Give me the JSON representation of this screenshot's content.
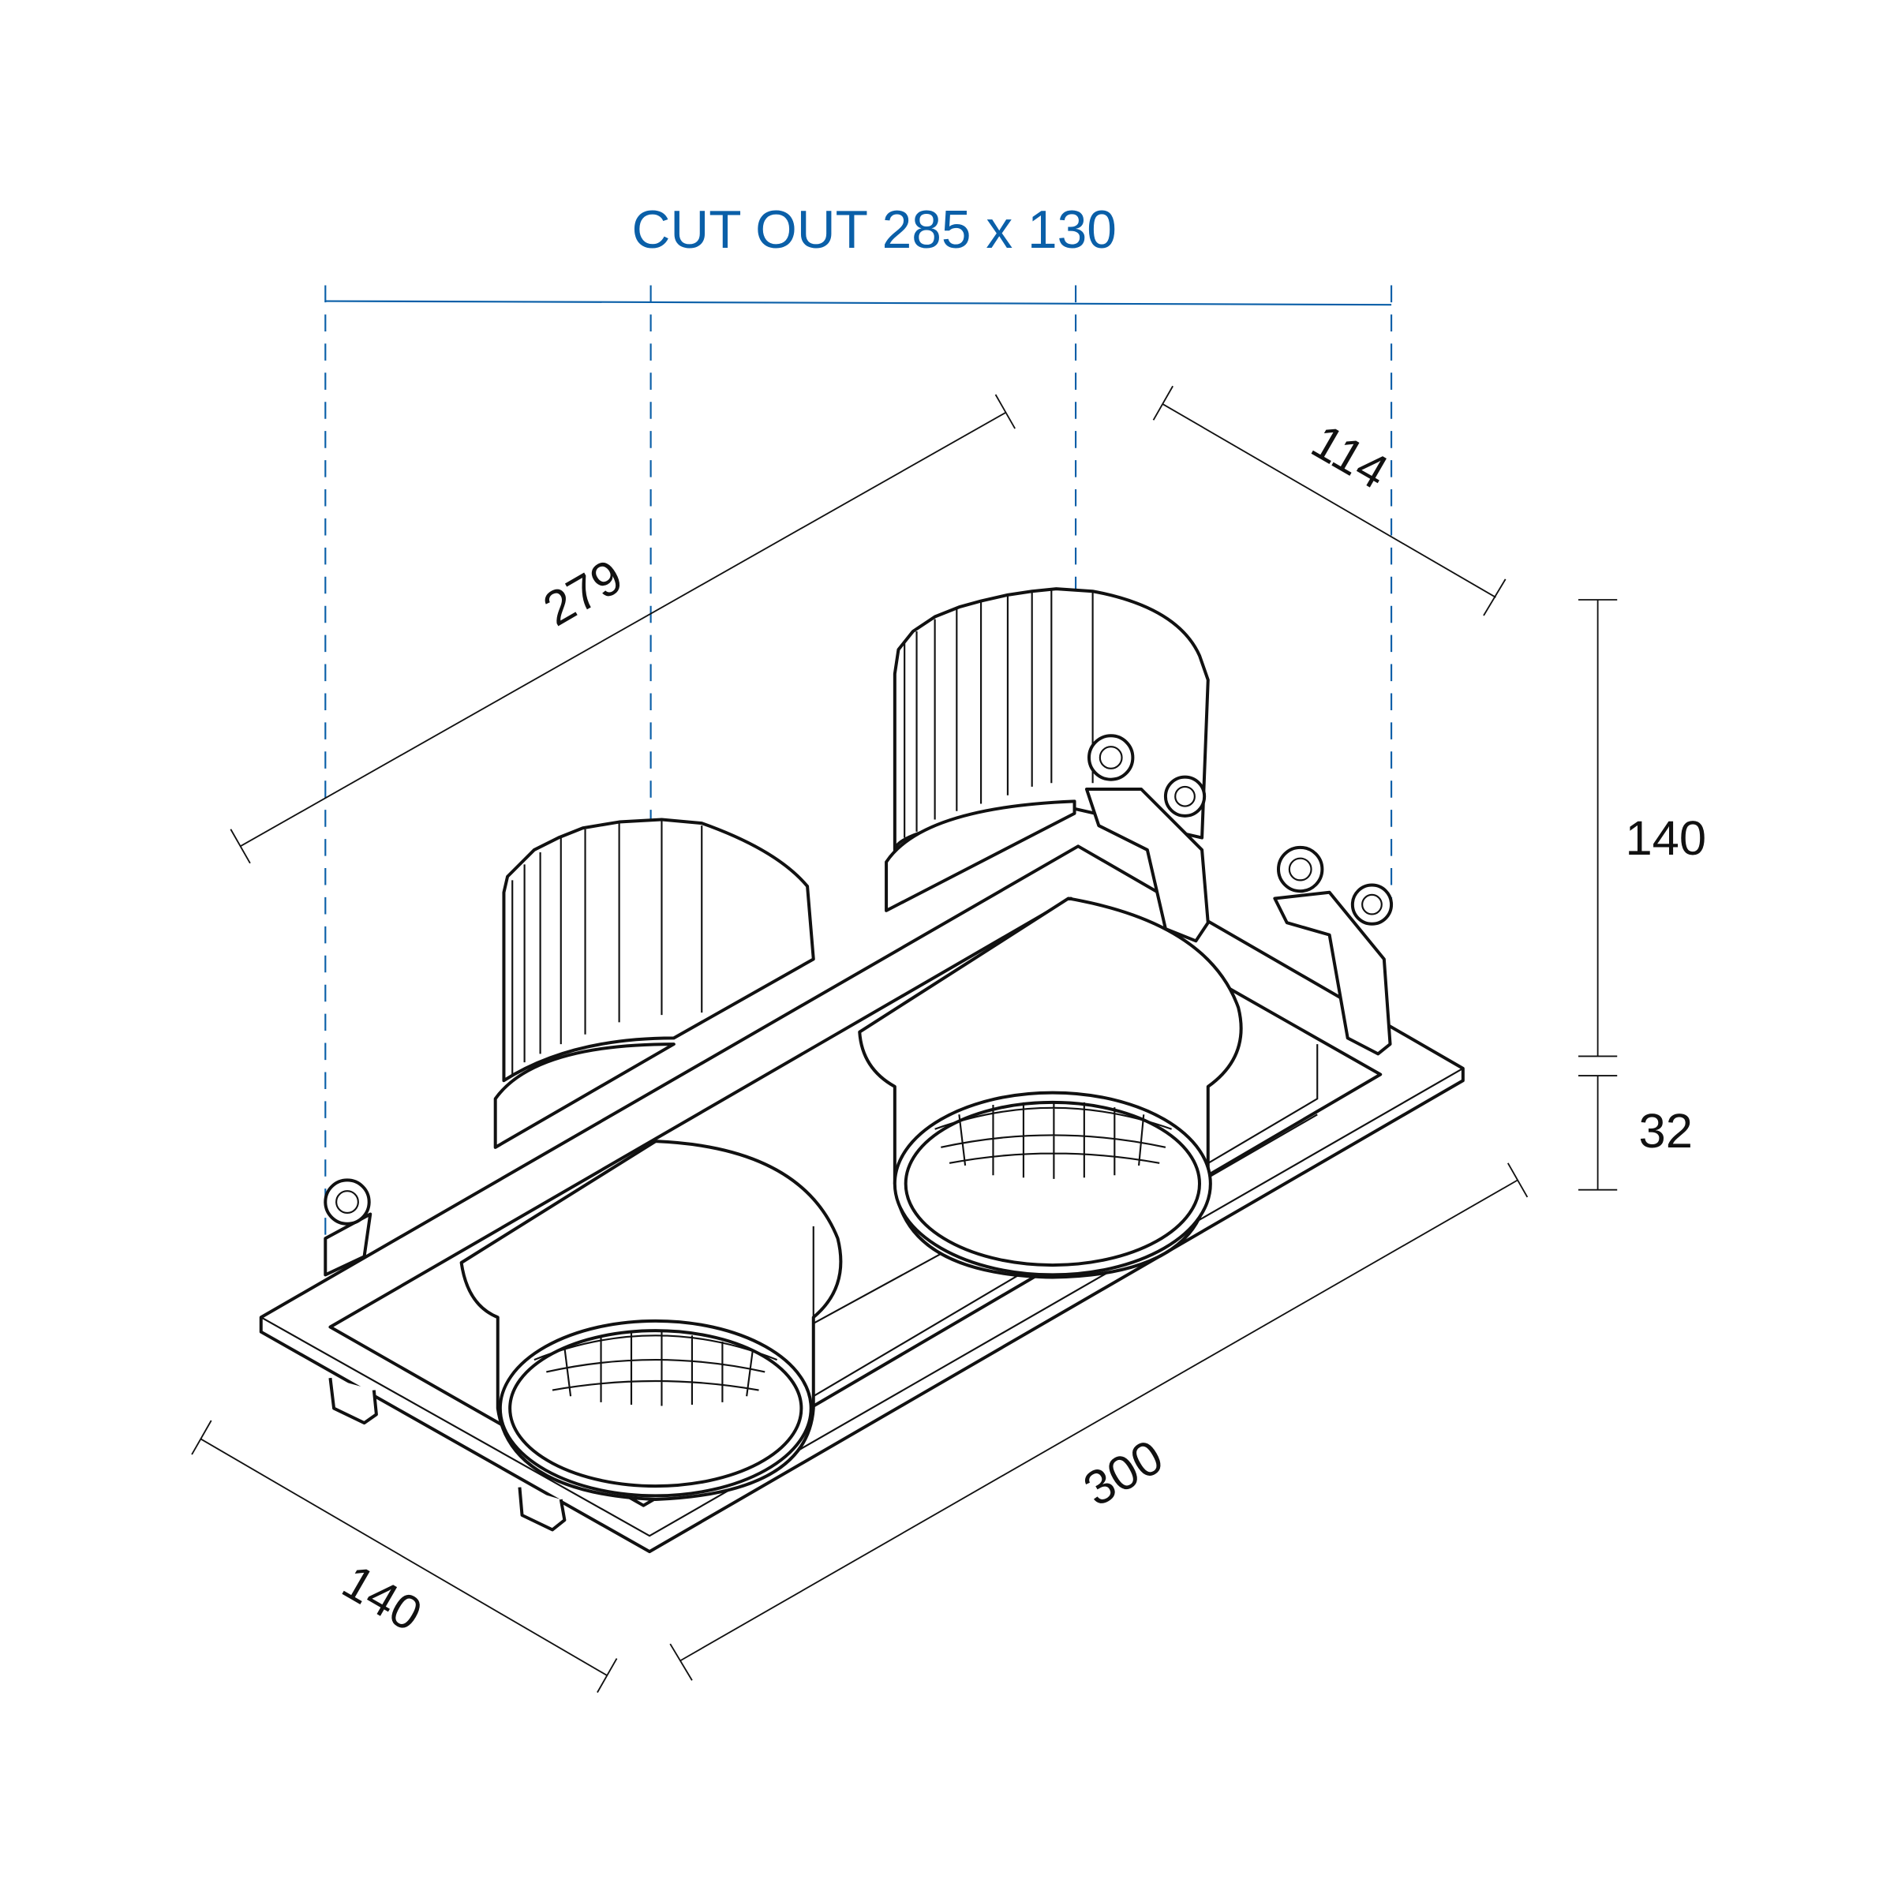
{
  "title": "CUT OUT 285 x 130",
  "colors": {
    "cutout": "#0a5fa8",
    "lines": "#111111"
  },
  "dimensions": {
    "length_top": "279",
    "depth_top": "114",
    "height_body": "140",
    "height_trim": "32",
    "length_trim": "300",
    "width_trim": "140"
  }
}
